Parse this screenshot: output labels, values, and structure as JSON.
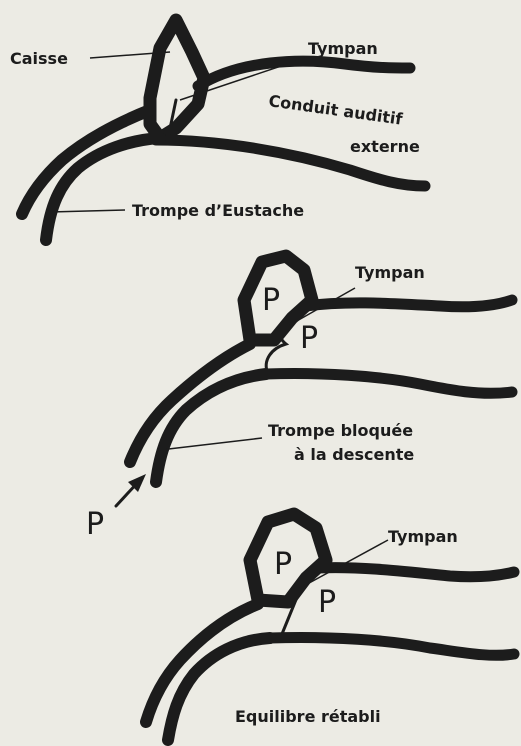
{
  "diagrams": [
    {
      "labels": {
        "caisse": "Caisse",
        "tympan": "Tympan",
        "conduit_line1": "Conduit auditif",
        "conduit_line2": "externe",
        "trompe": "Trompe d’Eustache"
      }
    },
    {
      "labels": {
        "tympan": "Tympan",
        "p_inner": "P",
        "p_outer": "P",
        "trompe_line1": "Trompe bloquée",
        "trompe_line2": "à la descente",
        "p_external": "P"
      }
    },
    {
      "labels": {
        "tympan": "Tympan",
        "p_inner": "P",
        "p_outer": "P",
        "caption": "Equilibre rétabli"
      }
    }
  ],
  "colors": {
    "ink": "#1c1c1c",
    "paper": "#ecebe4"
  }
}
